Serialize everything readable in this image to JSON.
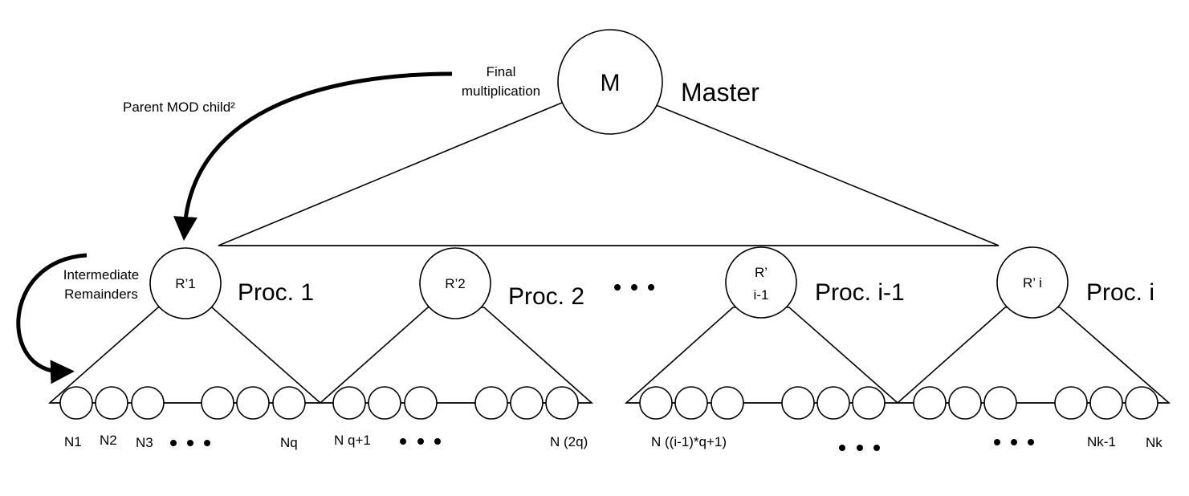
{
  "master": {
    "node_label": "M",
    "name": "Master"
  },
  "annotations": {
    "final": [
      "Final",
      "multiplication"
    ],
    "parent_mod": "Parent MOD child²",
    "intermediate": [
      "Intermediate",
      "Remainders"
    ]
  },
  "processors": [
    {
      "node_lines": [
        "R’1"
      ],
      "name": "Proc. 1"
    },
    {
      "node_lines": [
        "R’2"
      ],
      "name": "Proc. 2"
    },
    {
      "node_lines": [
        "R’",
        "i-1"
      ],
      "name": "Proc. i-1"
    },
    {
      "node_lines": [
        "R’ i"
      ],
      "name": "Proc. i"
    }
  ],
  "leaf_labels": [
    "N1",
    "N2",
    "N3",
    "Nq",
    "N q+1",
    "N (2q)",
    "N ((i-1)*q+1)",
    "Nk-1",
    "Nk"
  ]
}
